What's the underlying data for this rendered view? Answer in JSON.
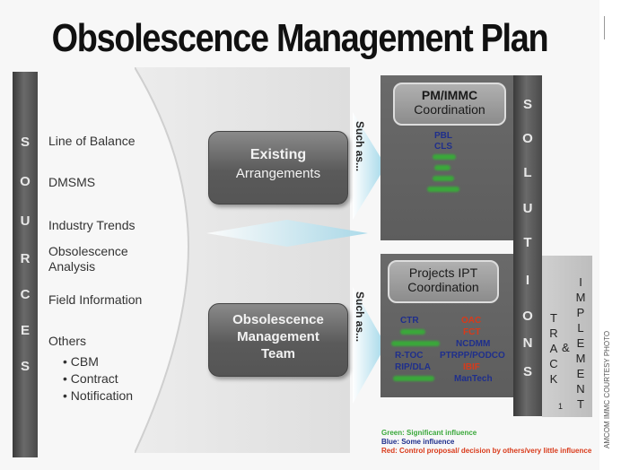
{
  "title": "Obsolescence Management Plan",
  "sources_letters": [
    "S",
    "O",
    "U",
    "R",
    "C",
    "E",
    "S"
  ],
  "sources_items": [
    "Line of Balance",
    "DMSMS",
    "Industry Trends",
    "Obsolescence",
    "Analysis",
    "Field Information",
    "Others"
  ],
  "sources_subitems": [
    "• CBM",
    "• Contract",
    "• Notification"
  ],
  "existing": [
    "Existing",
    "Arrangements"
  ],
  "omt": [
    "Obsolescence",
    "Management",
    "Team"
  ],
  "such_as": "Such as...",
  "pm_box": [
    "PM/IMMC",
    "Coordination"
  ],
  "pm_blue": [
    "PBL",
    "CLS"
  ],
  "proj_box": [
    "Projects IPT",
    "Coordination"
  ],
  "proj_items": {
    "ctr": "CTR",
    "rtoc": "R-TOC",
    "ripdla": "RIP/DLA",
    "oac": "OAC",
    "fct": "FCT",
    "ncdmm": "NCDMM",
    "ptrpp": "PTRPP/PODCO",
    "ibif": "IBIF",
    "mantech": "ManTech"
  },
  "solutions_letters": [
    "S",
    "O",
    "L",
    "U",
    "T",
    "I",
    "O",
    "N",
    "S"
  ],
  "track_letters": [
    "T",
    "R",
    "A",
    "C",
    "K"
  ],
  "amp": "&",
  "implement_letters": [
    "I",
    "M",
    "P",
    "L",
    "E",
    "M",
    "E",
    "N",
    "T"
  ],
  "track_digit": "1",
  "legend": {
    "green": "Green: Significant influence",
    "blue": "Blue: Some influence",
    "red": "Red: Control proposal/ decision by others/very little influence"
  },
  "credit": "AMCOM IMMC COURTESY PHOTO",
  "colors": {
    "blue": "#1f2f8c",
    "green": "#3aa83a",
    "red": "#d93a1a"
  }
}
